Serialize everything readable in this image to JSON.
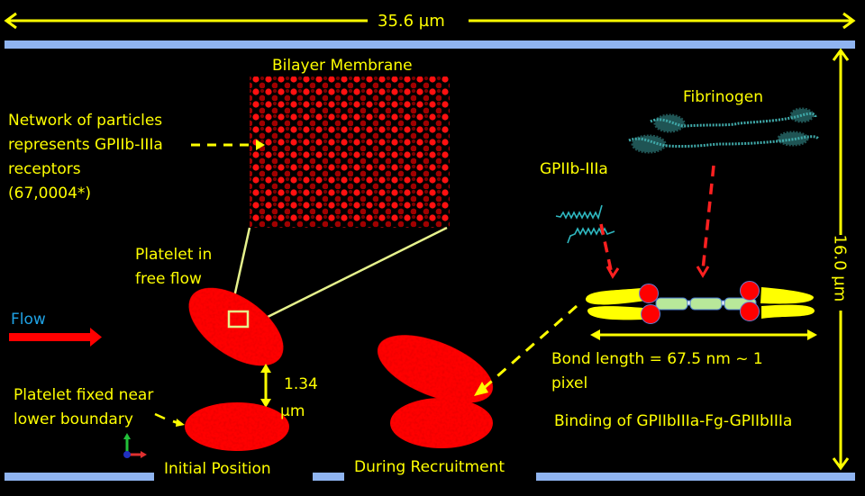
{
  "colors": {
    "background": "#000000",
    "label": "#ffff00",
    "wall": "#8fb4f0",
    "platelet": "#ff0000",
    "flow_label": "#1fa3e6",
    "flow_arrow": "#ff0000",
    "callout_line": "#e6f28c",
    "fg_domain": "#b8e89a",
    "fibrinogen": "#3fa8a8"
  },
  "dimensions": {
    "width_label": "35.6 µm",
    "height_label": "16.0 µm",
    "gap_label_line1": "1.34",
    "gap_label_line2": "µm"
  },
  "labels": {
    "bilayer_membrane": "Bilayer Membrane",
    "network_line1": "Network of particles",
    "network_line2": "represents GPIIb-IIIa",
    "network_line3": "receptors",
    "network_line4": "(67,0004*)",
    "platelet_free_line1": "Platelet in",
    "platelet_free_line2": "free flow",
    "flow": "Flow",
    "platelet_fixed_line1": "Platelet fixed near",
    "platelet_fixed_line2": "lower boundary",
    "initial_position": "Initial Position",
    "during_recruitment": "During Recruitment",
    "fibrinogen": "Fibrinogen",
    "gpiib_iiia": "GPIIb-IIIa",
    "bond_length_line1": "Bond length = 67.5 nm ~ 1",
    "bond_length_line2": "pixel",
    "binding": "Binding of GPIIbIIIa-Fg-GPIIbIIIa"
  }
}
